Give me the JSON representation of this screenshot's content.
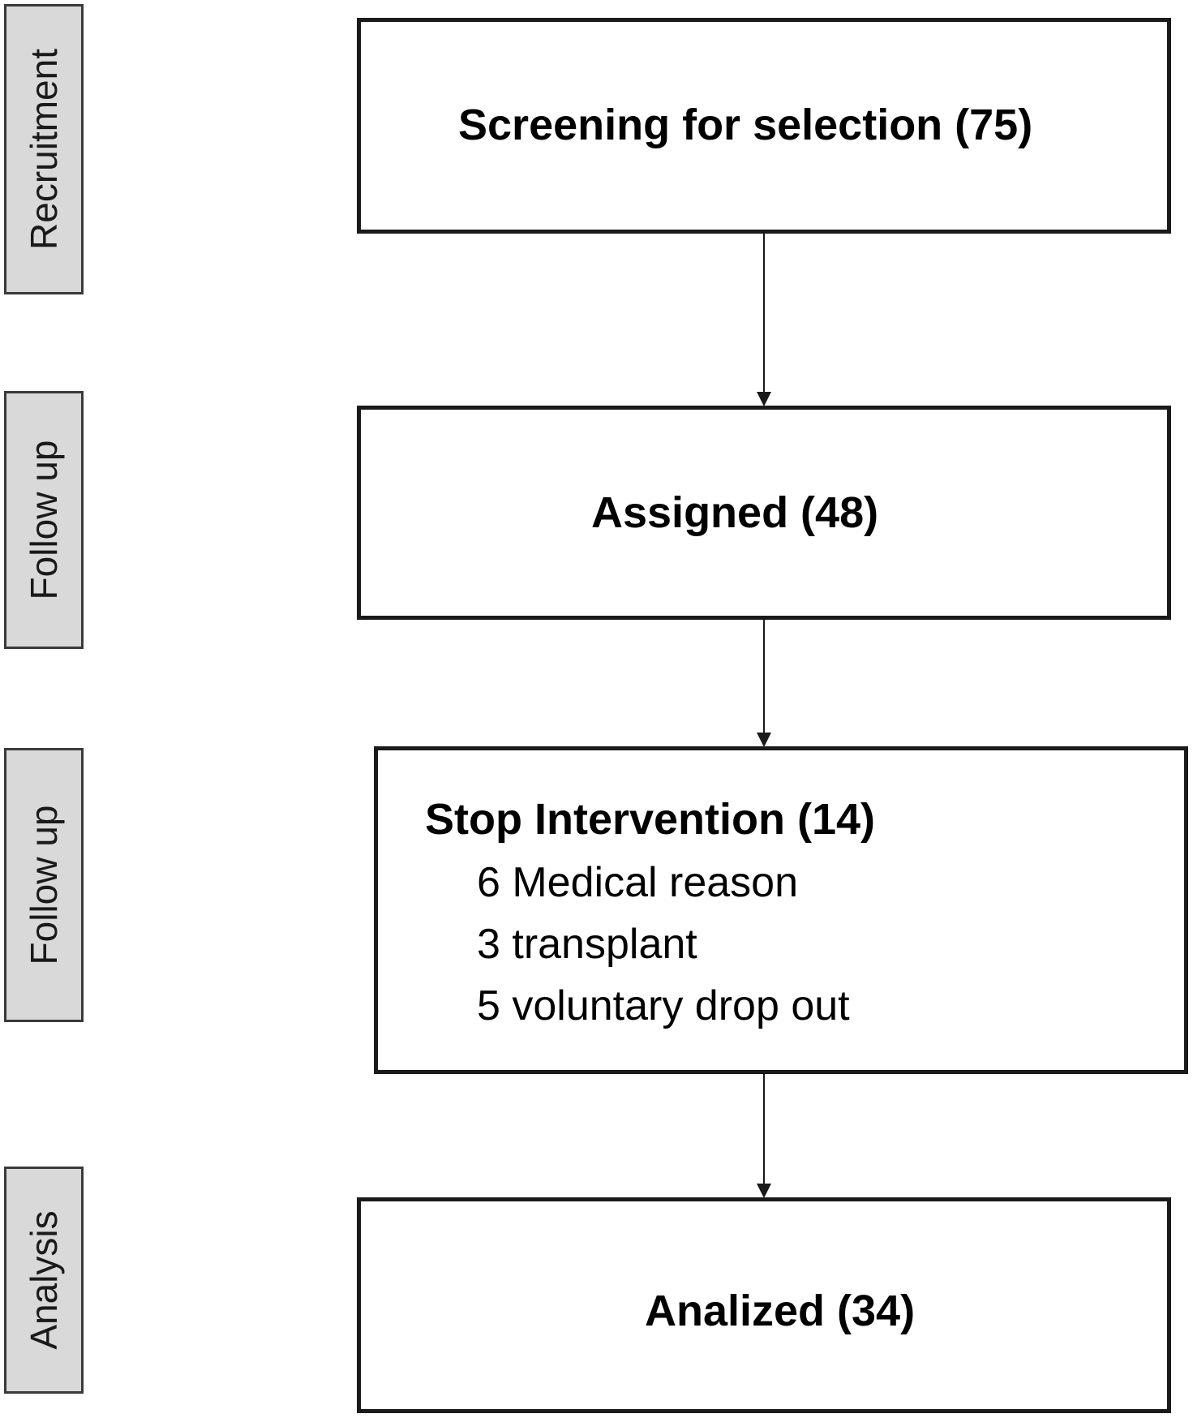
{
  "stages": [
    {
      "id": "recruitment",
      "label": "Recruitment"
    },
    {
      "id": "follow-up-1",
      "label": "Follow up"
    },
    {
      "id": "follow-up-2",
      "label": "Follow up"
    },
    {
      "id": "analysis",
      "label": "Analysis"
    }
  ],
  "boxes": {
    "screening": {
      "title": "Screening for selection (75)"
    },
    "assigned": {
      "title": "Assigned (48)"
    },
    "stop": {
      "title": "Stop Intervention  (14)",
      "details": [
        "6 Medical reason",
        "3 transplant",
        "5 voluntary drop out"
      ]
    },
    "analized": {
      "title": "Analized (34)"
    }
  },
  "colors": {
    "stage_fill": "#d9d9d9",
    "stage_border": "#3a3a3a",
    "box_border": "#1a1a1a",
    "arrow": "#1a1a1a"
  }
}
